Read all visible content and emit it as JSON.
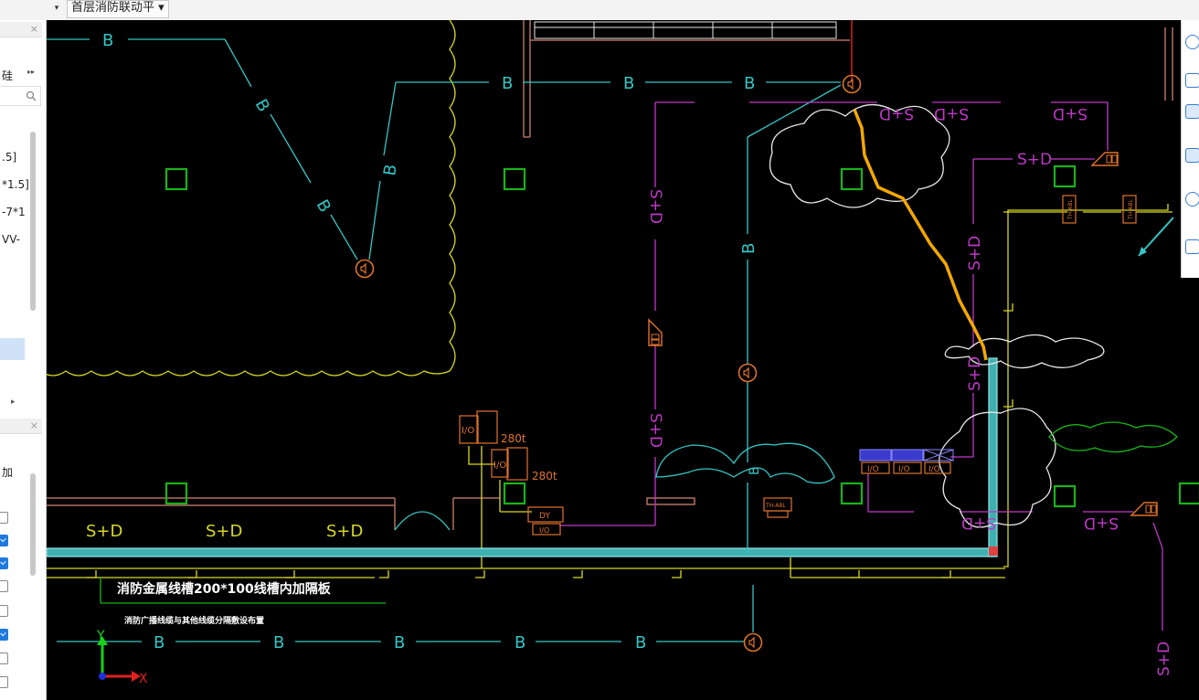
{
  "toolbar": {
    "floor_selector": "首层消防联动平",
    "floor_arrow": "▾"
  },
  "left_panel": {
    "top_title_close": "×",
    "top_header_text": "硅",
    "top_header_arrow": "▸▸",
    "search_icon": "magnifier-icon",
    "items": [
      ".5]",
      "*1.5]",
      "-7*1",
      "VV-"
    ],
    "scroll_arrow": "▸",
    "bottom_title_close": "×",
    "bottom_header_text": "加",
    "checkboxes": [
      false,
      true,
      true,
      false,
      false,
      true,
      false,
      false
    ]
  },
  "drawing": {
    "label_B": "B",
    "label_SD": "S+D",
    "label_io": "I/O",
    "label_280t": "280t",
    "label_DY": "DY",
    "label_THABL": "TH-ABL",
    "note_line1": "消防金属线槽200*100线槽内加隔板",
    "note_line2": "消防广播线缆与其他线缆分隔敷设布置",
    "axis_y": "Y",
    "axis_x": "X"
  },
  "colors": {
    "cyan": "#34c5c5",
    "magenta": "#c038c8",
    "yellow": "#d8d820",
    "orange": "#e0732a",
    "green": "#18b418",
    "white": "#e8e8e8",
    "brown": "#b07060",
    "trunk": "#5fd0d0",
    "highlight": "#f2a800"
  }
}
